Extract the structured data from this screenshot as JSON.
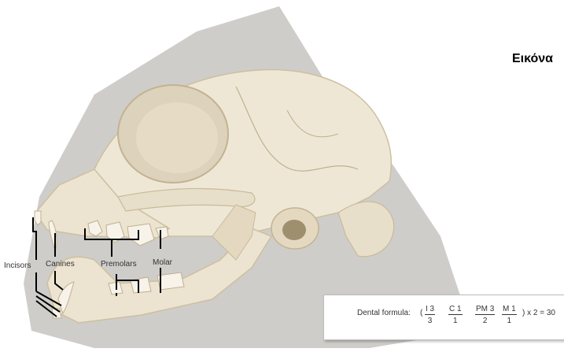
{
  "heading": "Εικόνα",
  "labels": {
    "incisors": "Incisors",
    "canines": "Canines",
    "premolars": "Premolars",
    "molar": "Molar"
  },
  "formula": {
    "prefix": "Dental formula:",
    "open": "(",
    "incisor_num": "I 3",
    "incisor_den": "3",
    "canine_num": "C 1",
    "canine_den": "1",
    "premolar_num": "PM 3",
    "premolar_den": "2",
    "molar_num": "M 1",
    "molar_den": "1",
    "suffix": ") x 2 = 30"
  },
  "colors": {
    "silhouette": "#cfcdca",
    "bone": "#efe7d6",
    "bone_shadow": "#cdbf9f",
    "teeth": "#f7f3ea",
    "leader": "#000000"
  }
}
